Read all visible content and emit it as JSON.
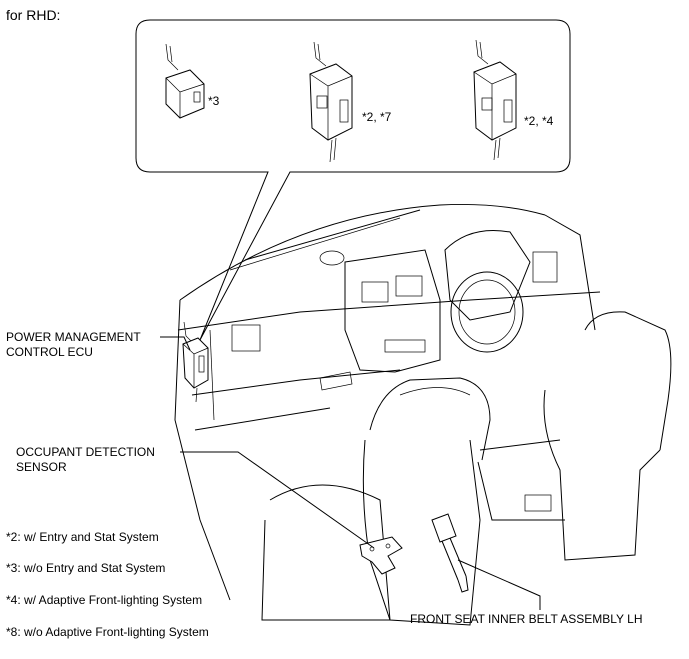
{
  "heading": "for RHD:",
  "inset": {
    "variants": [
      {
        "tag": "*3"
      },
      {
        "tag": "*2, *7"
      },
      {
        "tag": "*2, *4"
      }
    ]
  },
  "labels": {
    "power_ecu": [
      "POWER MANAGEMENT",
      "CONTROL ECU"
    ],
    "occupant_sensor": [
      "OCCUPANT DETECTION",
      "SENSOR"
    ],
    "belt_assembly": "FRONT SEAT INNER BELT ASSEMBLY LH"
  },
  "legend": [
    "*2: w/ Entry and Stat System",
    "*3: w/o Entry and Stat System",
    "*4: w/ Adaptive Front-lighting System",
    "*8: w/o Adaptive Front-lighting System"
  ]
}
